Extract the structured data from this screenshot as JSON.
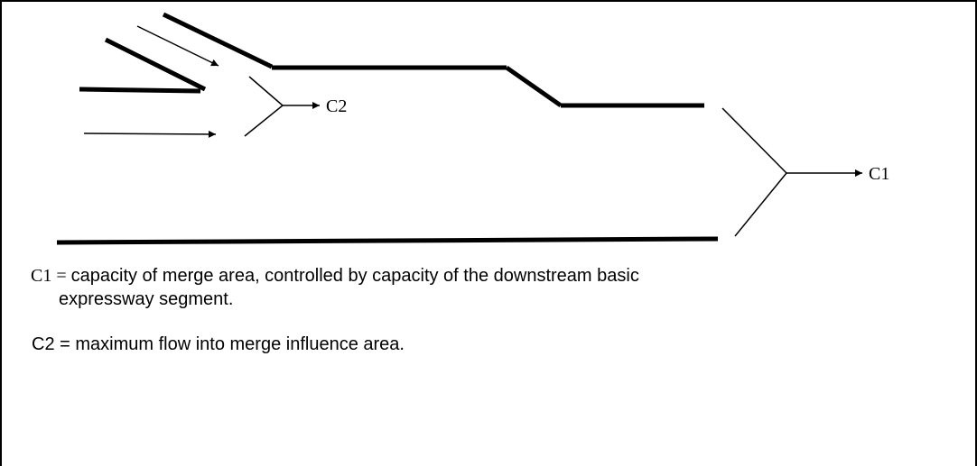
{
  "diagram": {
    "labels": {
      "c1": "C1",
      "c2": "C2"
    },
    "legend": {
      "c1_symbol": "C1",
      "c1_eq": " = ",
      "c1_line1": "capacity of merge area, controlled by capacity of the downstream basic",
      "c1_line2": "expressway segment.",
      "c2_line": "C2 = maximum flow into merge influence area."
    },
    "colors": {
      "stroke": "#000000",
      "background": "#ffffff"
    }
  }
}
